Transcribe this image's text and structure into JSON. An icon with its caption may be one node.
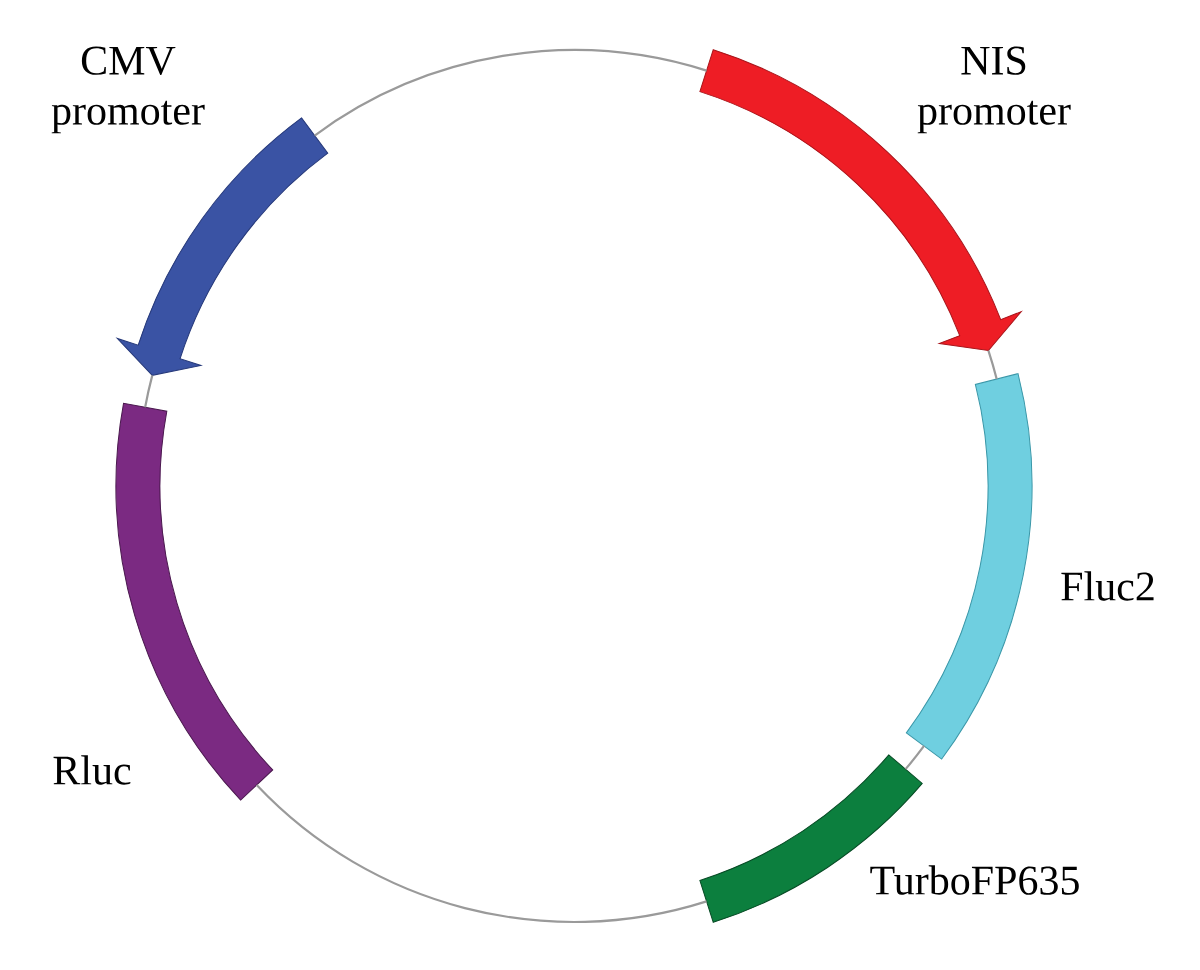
{
  "diagram": {
    "nodes": [
      {
        "text": [
          "CMV promoter"
        ]
      },
      {
        "text": [
          "NIS promoter"
        ]
      },
      {
        "text": [
          "Fluc2"
        ]
      },
      {
        "text": [
          "Rluc"
        ]
      },
      {
        "text": [
          "TurboFP635"
        ]
      }
    ],
    "edges": [
      {
        "from": 0,
        "to": 3,
        "arrow": "none"
      },
      {
        "from": 3,
        "to": 4,
        "arrow": "none"
      },
      {
        "from": 4,
        "to": 2,
        "arrow": "none"
      },
      {
        "from": 2,
        "to": 1,
        "arrow": "none"
      },
      {
        "from": 1,
        "to": 0,
        "arrow": "none"
      }
    ]
  }
}
